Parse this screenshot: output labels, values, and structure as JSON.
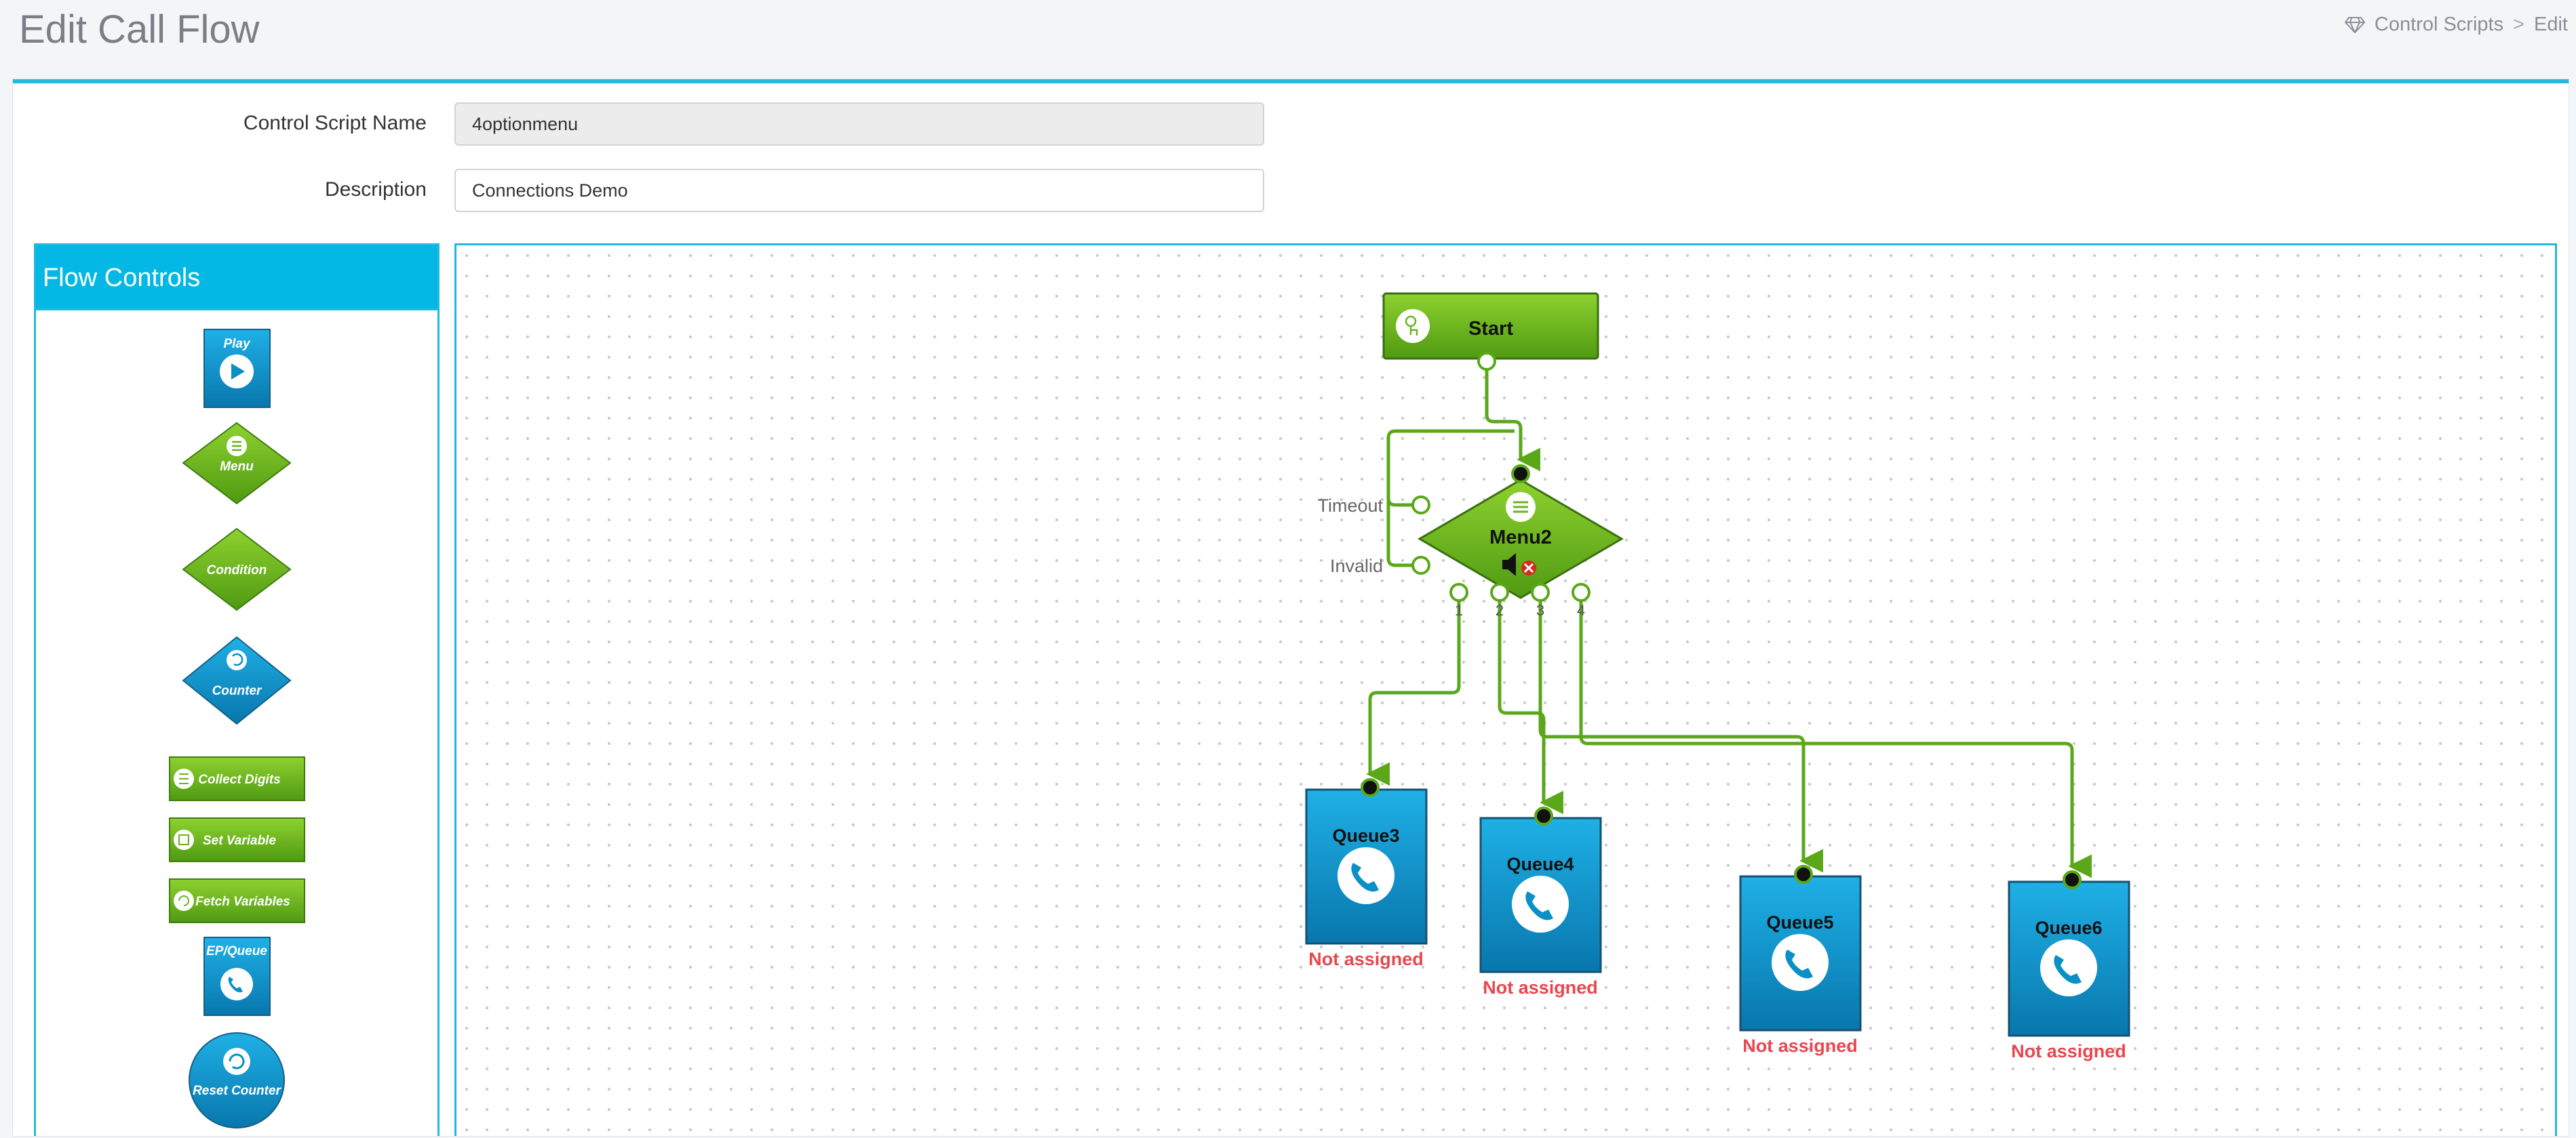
{
  "header": {
    "title": "Edit Call Flow",
    "breadcrumb": {
      "parent": "Control Scripts",
      "separator": ">",
      "current": "Edit"
    }
  },
  "form": {
    "name_label": "Control Script Name",
    "name_value": "4optionmenu",
    "description_label": "Description",
    "description_value": "Connections Demo"
  },
  "flow_controls": {
    "title": "Flow Controls",
    "items": [
      {
        "label": "Play",
        "icon": "play-icon"
      },
      {
        "label": "Menu",
        "icon": "menu-icon"
      },
      {
        "label": "Condition",
        "icon": ""
      },
      {
        "label": "Counter",
        "icon": "counter-icon"
      },
      {
        "label": "Collect Digits",
        "icon": "keypad-icon"
      },
      {
        "label": "Set Variable",
        "icon": "variable-icon"
      },
      {
        "label": "Fetch Variables",
        "icon": "fetch-icon"
      },
      {
        "label": "EP/Queue",
        "icon": "phone-icon"
      },
      {
        "label": "Reset Counter",
        "icon": "reset-icon"
      }
    ]
  },
  "flow": {
    "start": {
      "label": "Start"
    },
    "menu": {
      "label": "Menu2",
      "timeout_label": "Timeout",
      "invalid_label": "Invalid",
      "ports": [
        "1",
        "2",
        "3",
        "4"
      ]
    },
    "queues": [
      {
        "label": "Queue3",
        "status": "Not assigned"
      },
      {
        "label": "Queue4",
        "status": "Not assigned"
      },
      {
        "label": "Queue5",
        "status": "Not assigned"
      },
      {
        "label": "Queue6",
        "status": "Not assigned"
      }
    ]
  },
  "colors": {
    "accent": "#22b8df",
    "green": "#6ab31f",
    "blue": "#0a8fc7",
    "error": "#e8474f"
  }
}
